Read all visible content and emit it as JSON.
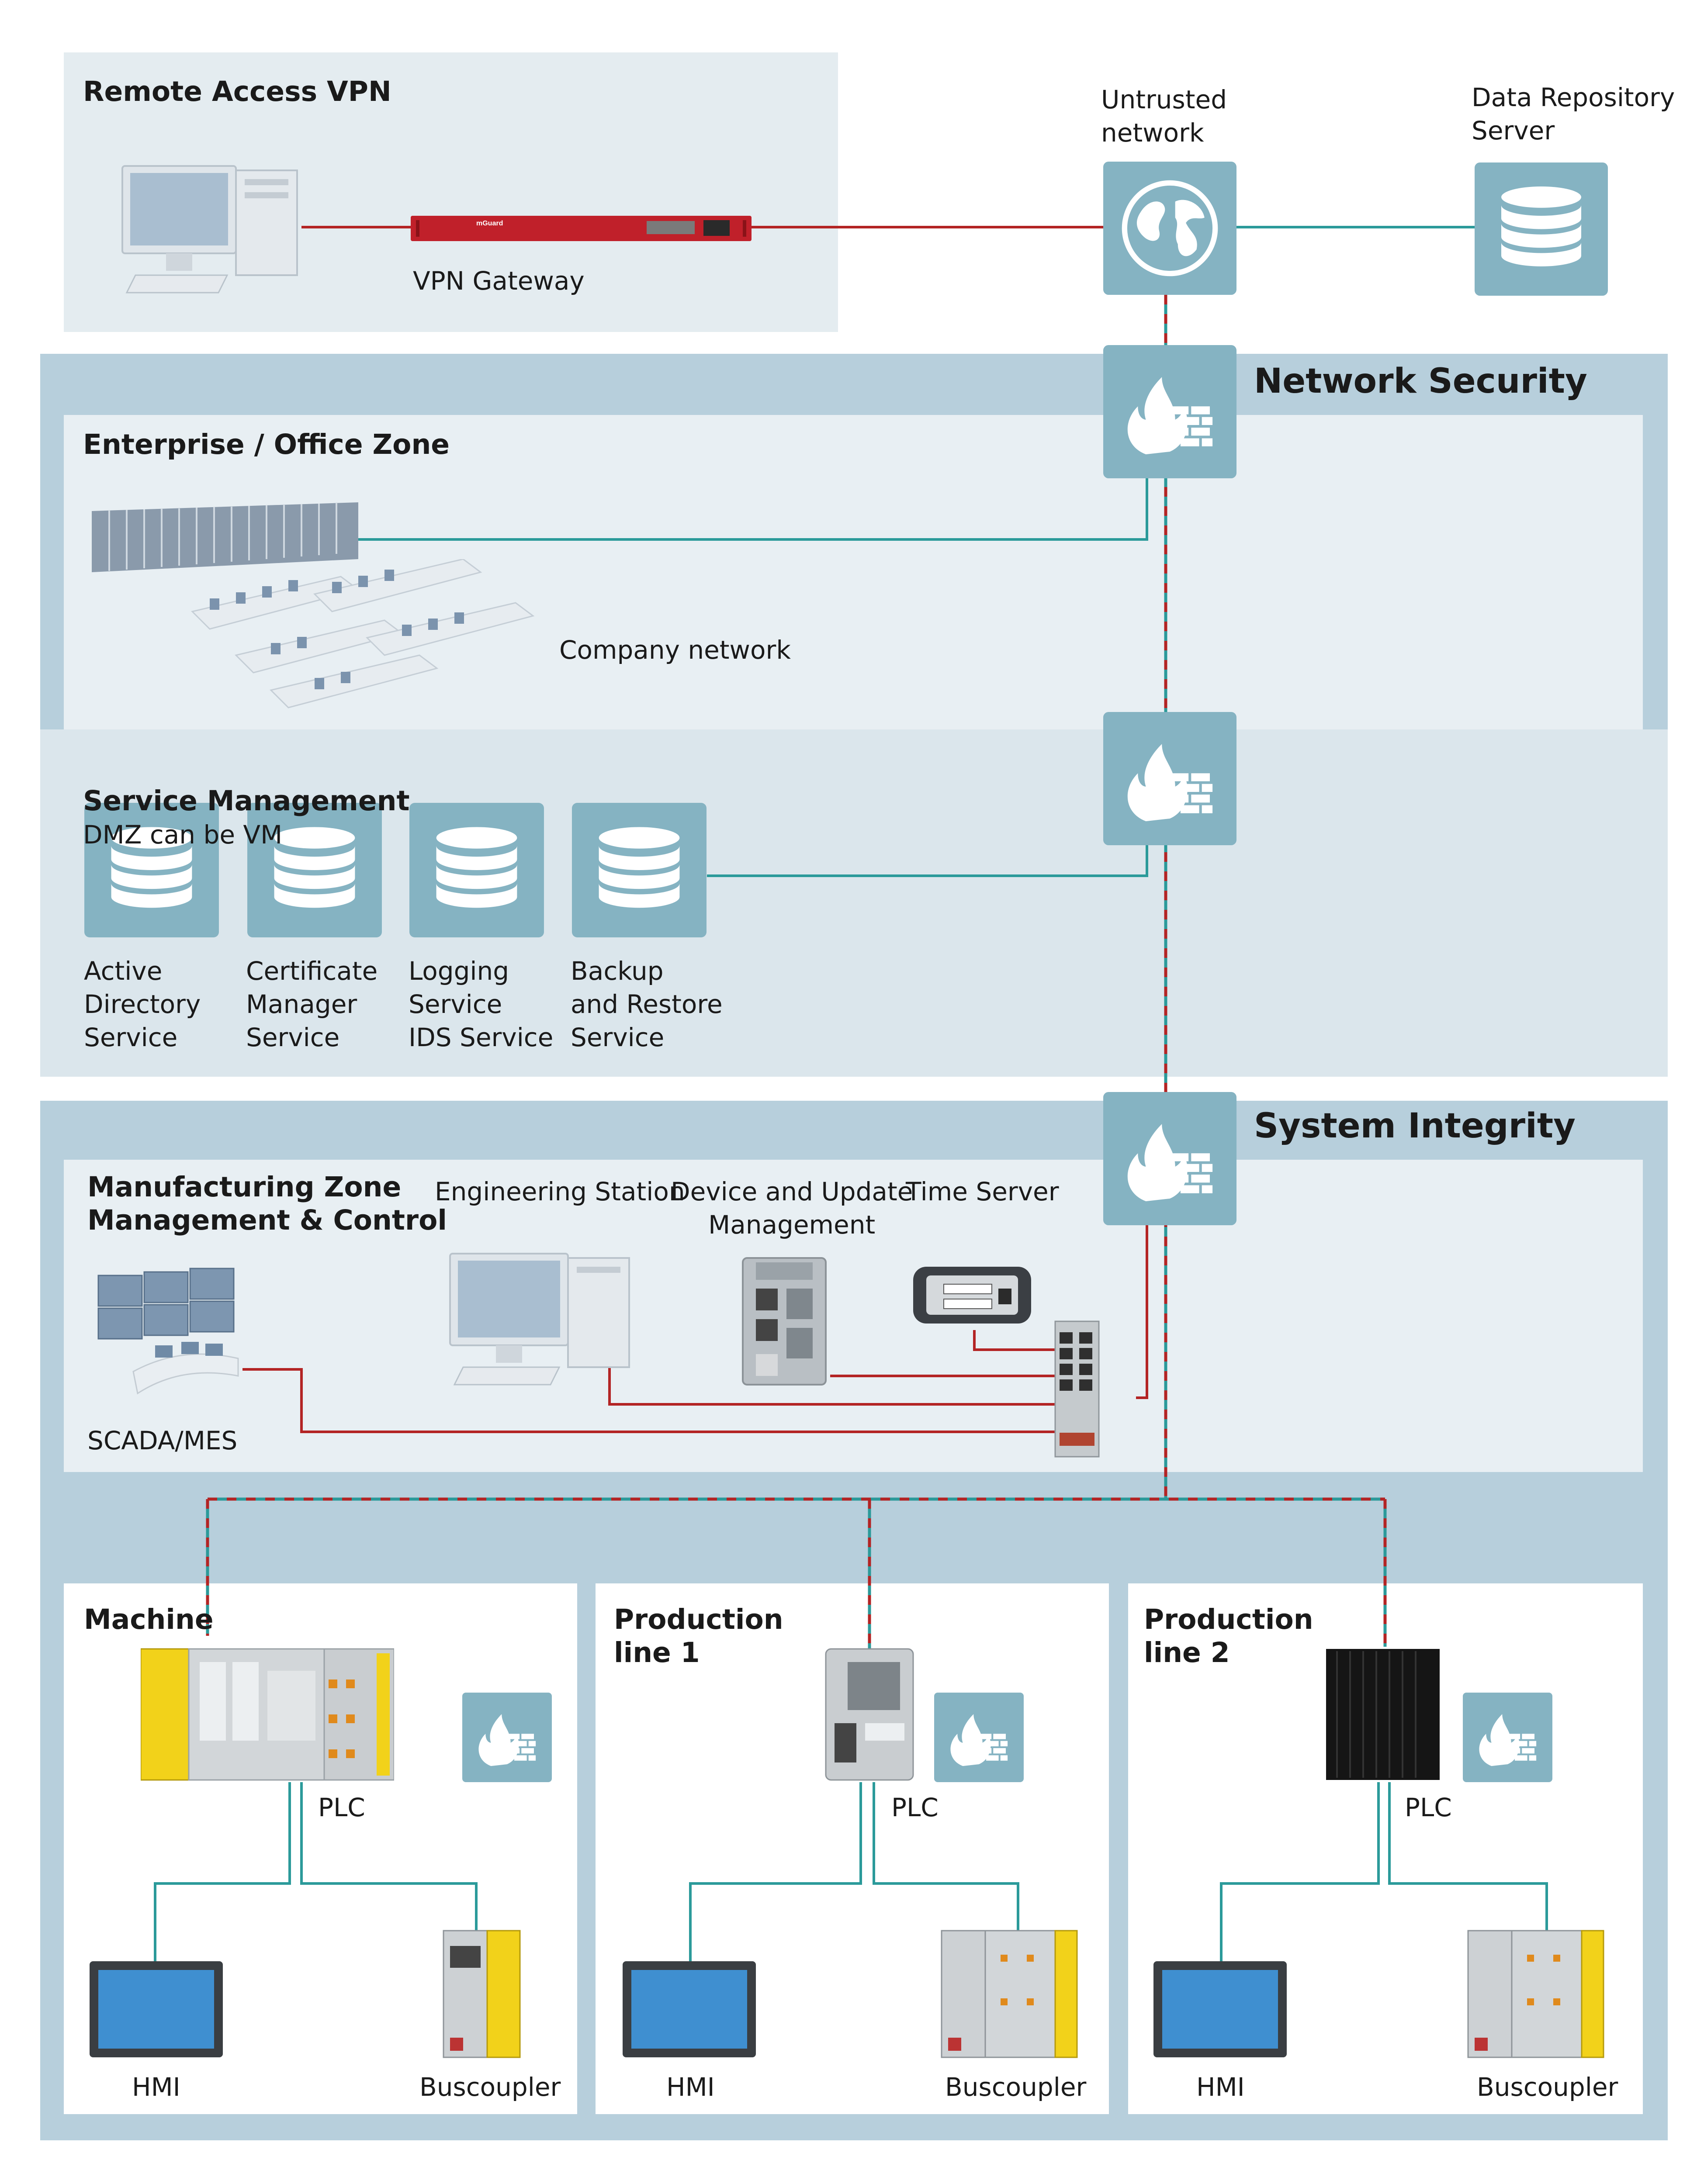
{
  "colors": {
    "tile": "#85b3c2",
    "outer_zone": "#dde8ee",
    "band": "#b7cfdc",
    "inner_zone": "#e8eff3",
    "teal_wire": "#2b9a9a",
    "red_wire": "#b32424"
  },
  "remote_access": {
    "title": "Remote Access VPN",
    "vpn_gateway_label": "VPN Gateway",
    "device_brand": "mGuard"
  },
  "untrusted_network": {
    "label": "Untrusted\nnetwork",
    "icon": "globe-icon"
  },
  "data_repository": {
    "label": "Data Repository\nServer",
    "icon": "database-icon"
  },
  "network_security": {
    "title": "Network Security",
    "icon": "firewall-icon"
  },
  "enterprise": {
    "title": "Enterprise / Office Zone",
    "company_network_label": "Company network"
  },
  "service_management": {
    "title_bold": "Service Management",
    "title_rest": "DMZ can be VM",
    "services": [
      {
        "label": "Active\nDirectory\nService",
        "icon": "database-icon"
      },
      {
        "label": "Certificate\nManager\nService",
        "icon": "database-icon"
      },
      {
        "label": "Logging\nService\nIDS Service",
        "icon": "database-icon"
      },
      {
        "label": "Backup\nand Restore\nService",
        "icon": "database-icon"
      }
    ]
  },
  "system_integrity": {
    "title": "System Integrity",
    "icon": "firewall-icon"
  },
  "manufacturing": {
    "title": "Manufacturing Zone\nManagement & Control",
    "scada_label": "SCADA/MES",
    "engineering_label": "Engineering Station",
    "device_update_label": "Device and Update\nManagement",
    "time_server_label": "Time Server"
  },
  "cells": [
    {
      "title": "Machine",
      "plc_label": "PLC",
      "hmi_label": "HMI",
      "buscoupler_label": "Buscoupler"
    },
    {
      "title": "Production\nline 1",
      "plc_label": "PLC",
      "hmi_label": "HMI",
      "buscoupler_label": "Buscoupler"
    },
    {
      "title": "Production\nline 2",
      "plc_label": "PLC",
      "hmi_label": "HMI",
      "buscoupler_label": "Buscoupler"
    }
  ]
}
